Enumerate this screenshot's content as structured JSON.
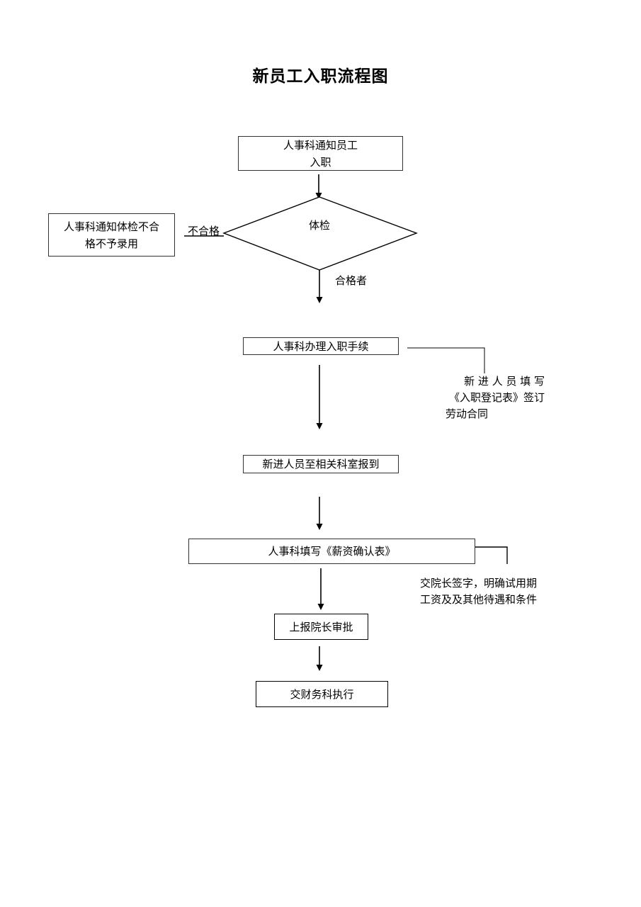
{
  "title": "新员工入职流程图",
  "nodes": {
    "notify_entry": [
      "人事科通知员工",
      "入职"
    ],
    "health_check": "体检",
    "reject": [
      "人事科通知体检不合",
      "格不予录用"
    ],
    "procedures": "人事科办理入职手续",
    "report": "新进人员至相关科室报到",
    "salary_form": "人事科填写《薪资确认表》",
    "approval": "上报院长审批",
    "finance": "交财务科执行"
  },
  "edge_labels": {
    "fail": "不合格",
    "pass": "合格者"
  },
  "notes": {
    "registration": [
      "新 进 人 员 填 写",
      "《入职登记表》签订",
      "劳动合同"
    ],
    "director_sign": [
      "交院长签字，明确试用期",
      "工资及及其他待遇和条件"
    ]
  }
}
